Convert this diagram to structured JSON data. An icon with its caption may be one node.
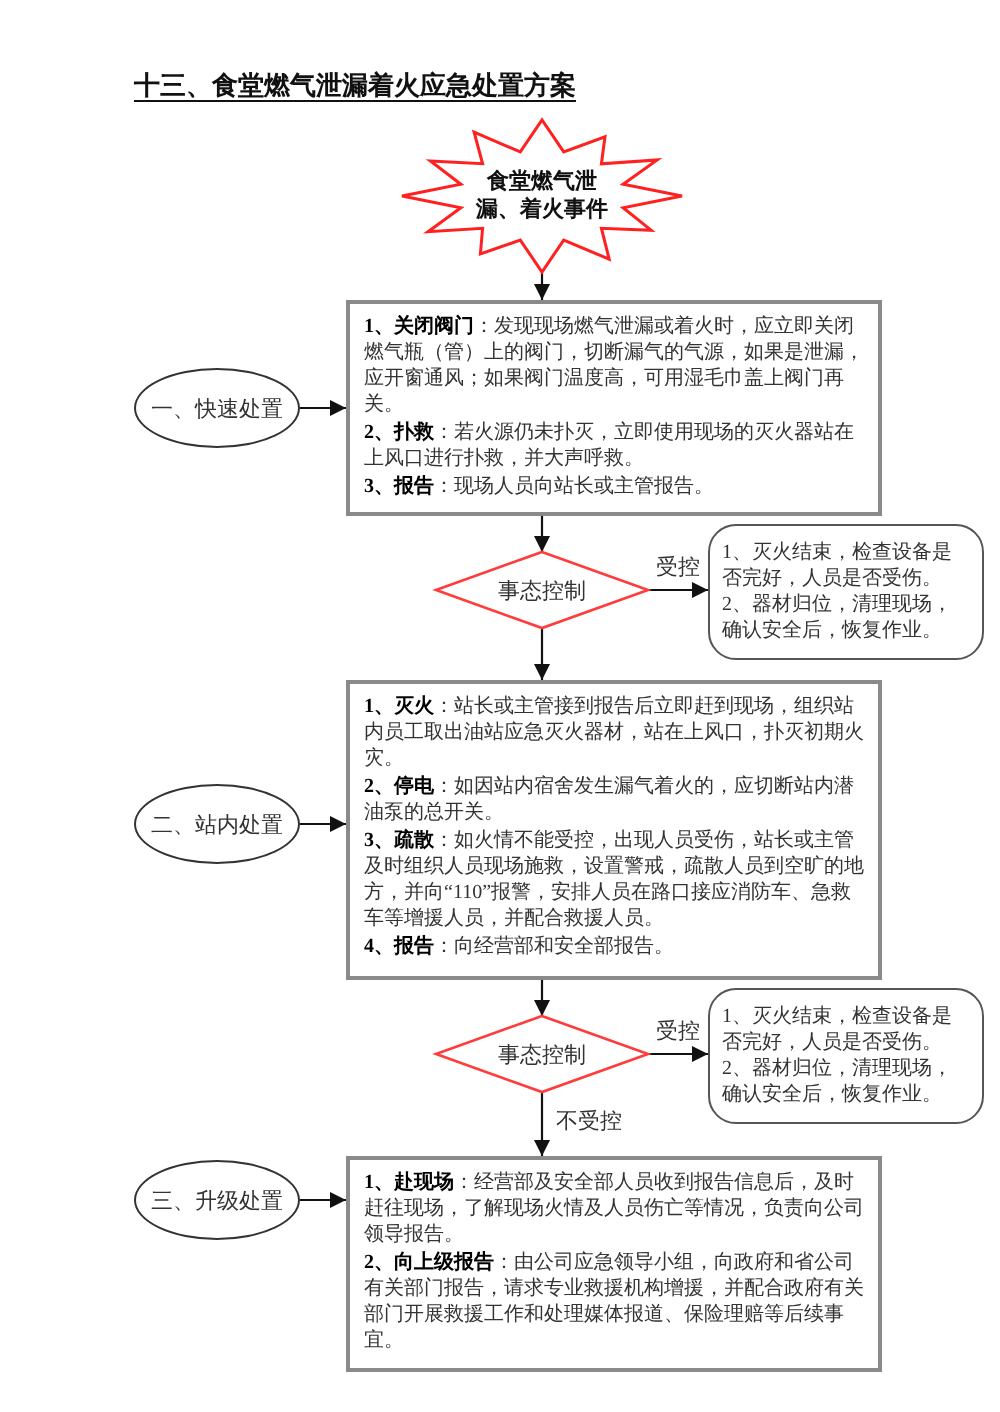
{
  "diagram": {
    "title": "十三、食堂燃气泄漏着火应急处置方案",
    "nodes": [
      {
        "text": [
          "食堂燃气泄漏、着火事件"
        ]
      },
      {
        "text": [
          "一、快速处置"
        ]
      },
      {
        "text": [
          "**1、关闭阀门**：发现现场燃气泄漏或着火时，应立即关闭燃气瓶（管）上的阀门，切断漏气的气源，如果是泄漏，应开窗通风；如果阀门温度高，可用湿毛巾盖上阀门再关。",
          "**2、扑救**：若火源仍未扑灭，立即使用现场的灭火器站在上风口进行扑救，并大声呼救。",
          "**3、报告**：现场人员向站长或主管报告。"
        ]
      },
      {
        "text": [
          "事态控制"
        ]
      },
      {
        "text": [
          "1、灭火结束，检查设备是否完好，人员是否受伤。",
          "2、器材归位，清理现场，确认安全后，恢复作业。"
        ]
      },
      {
        "text": [
          "二、站内处置"
        ]
      },
      {
        "text": [
          "**1、灭火**：站长或主管接到报告后立即赶到现场，组织站内员工取出油站应急灭火器材，站在上风口，扑灭初期火灾。",
          "**2、停电**：如因站内宿舍发生漏气着火的，应切断站内潜油泵的总开关。",
          "**3、疏散**：如火情不能受控，出现人员受伤，站长或主管及时组织人员现场施救，设置警戒，疏散人员到空旷的地方，并向“110”报警，安排人员在路口接应消防车、急救车等增援人员，并配合救援人员。",
          "**4、报告**：向经营部和安全部报告。"
        ]
      },
      {
        "text": [
          "事态控制"
        ]
      },
      {
        "text": [
          "1、灭火结束，检查设备是否完好，人员是否受伤。",
          "2、器材归位，清理现场，确认安全后，恢复作业。"
        ]
      },
      {
        "text": [
          "三、升级处置"
        ]
      },
      {
        "text": [
          "**1、赴现场**：经营部及安全部人员收到报告信息后，及时赶往现场，了解现场火情及人员伤亡等情况，负责向公司领导报告。",
          "**2、向上级报告**：由公司应急领导小组，向政府和省公司有关部门报告，请求专业救援机构增援，并配合政府有关部门开展救援工作和处理媒体报道、保险理赔等后续事宜。"
        ]
      }
    ],
    "edges": [
      {
        "from": 0,
        "to": 2,
        "arrow": "to"
      },
      {
        "from": 1,
        "to": 2,
        "arrow": "to"
      },
      {
        "from": 2,
        "to": 3,
        "arrow": "to"
      },
      {
        "from": 3,
        "to": 4,
        "arrow": "to",
        "label": "受控"
      },
      {
        "from": 3,
        "to": 6,
        "arrow": "to"
      },
      {
        "from": 5,
        "to": 6,
        "arrow": "to"
      },
      {
        "from": 6,
        "to": 7,
        "arrow": "to"
      },
      {
        "from": 7,
        "to": 8,
        "arrow": "to",
        "label": "受控"
      },
      {
        "from": 7,
        "to": 10,
        "arrow": "to",
        "label": "不受控"
      },
      {
        "from": 9,
        "to": 10,
        "arrow": "to"
      }
    ]
  }
}
